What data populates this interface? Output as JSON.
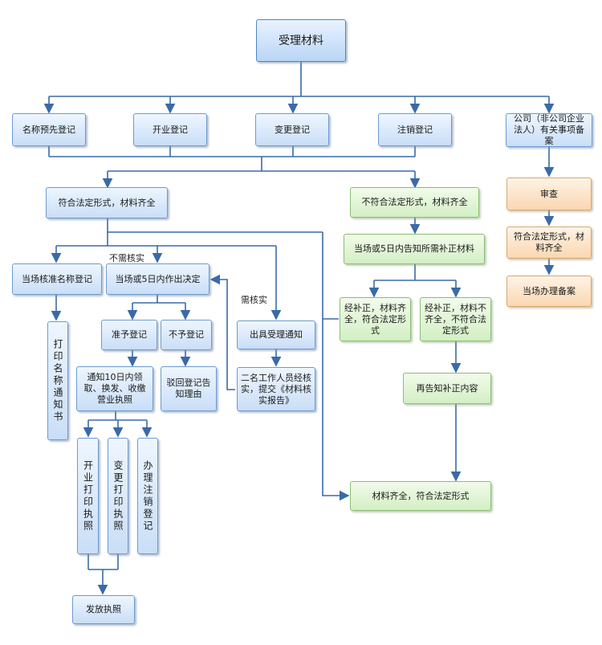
{
  "title": "受理材料",
  "registrations": {
    "name_pre": "名称预先登记",
    "open": "开业登记",
    "change": "变更登记",
    "cancel": "注销登记",
    "filing": "公司（非公司企业法人）有关事项备案"
  },
  "compliant": "符合法定形式，材料齐全",
  "non_compliant": "不符合法定形式，材料齐全",
  "no_verify_label": "不需核实",
  "need_verify_label": "需核实",
  "approve_name_now": "当场核准名称登记",
  "print_name_notice": "打印名称通知书",
  "decide_5days": "当场或5日内作出决定",
  "approve": "准予登记",
  "reject": "不予登记",
  "notify_10days": "通知10日内领取、换发、收缴营业执照",
  "reject_notice": "驳回登记告知理由",
  "print_open": "开业打印执照",
  "print_change": "变更打印执照",
  "handle_cancel": "办理注销登记",
  "issue_license": "发放执照",
  "acceptance_notice": "出具受理通知",
  "two_staff": "二名工作人员经核实，提交《材料核实报告》",
  "inform_supplement": "当场或5日内告知所需补正材料",
  "after_ok": "经补正，材料齐全，符合法定形式",
  "after_bad": "经补正，材料不齐全，不符合法定形式",
  "inform_again": "再告知补正内容",
  "final_ok": "材料齐全，符合法定形式",
  "review": "审查",
  "filing_ok": "符合法定形式，材料齐全",
  "filing_done": "当场办理备案",
  "colors": {
    "line": "#3a6aa8",
    "blue_fill": "#c9def7",
    "green_fill": "#d3efc4",
    "orange_fill": "#fad7b2"
  }
}
